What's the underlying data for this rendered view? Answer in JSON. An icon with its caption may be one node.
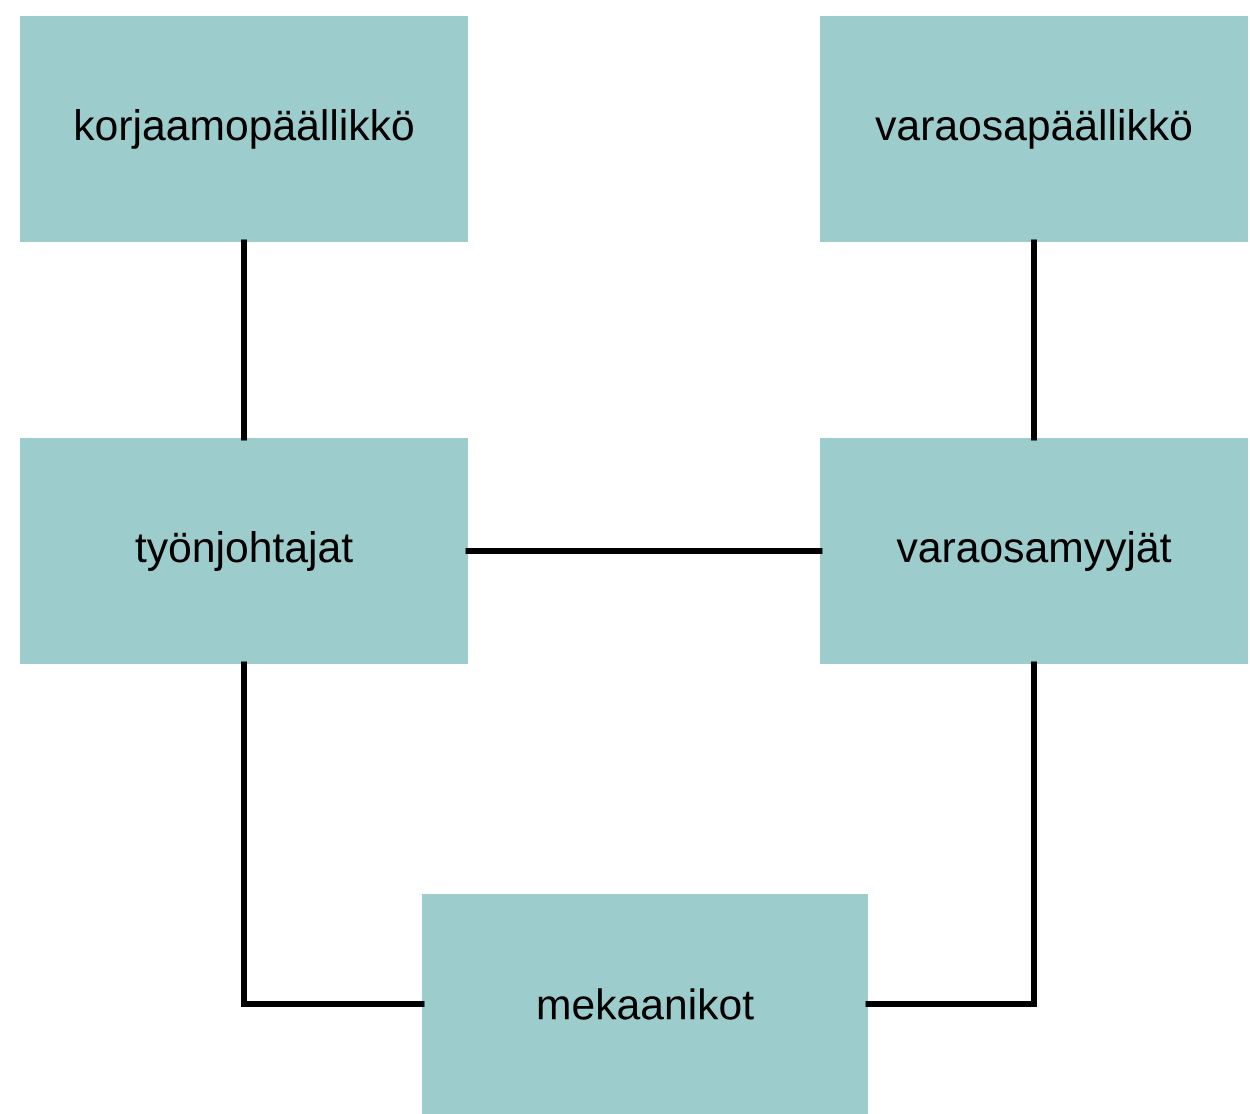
{
  "diagram": {
    "nodes": [
      {
        "text": [
          "korjaamopäällikkö"
        ]
      },
      {
        "text": [
          "varaosapäällikkö"
        ]
      },
      {
        "text": [
          "työnjohtajat"
        ]
      },
      {
        "text": [
          "varaosamyyjät"
        ]
      },
      {
        "text": [
          "mekaanikot"
        ]
      }
    ],
    "edges": [
      {
        "from": 0,
        "to": 2,
        "arrow": "none"
      },
      {
        "from": 1,
        "to": 3,
        "arrow": "none"
      },
      {
        "from": 2,
        "to": 3,
        "arrow": "none"
      },
      {
        "from": 2,
        "to": 4,
        "arrow": "none"
      },
      {
        "from": 3,
        "to": 4,
        "arrow": "none"
      }
    ]
  }
}
